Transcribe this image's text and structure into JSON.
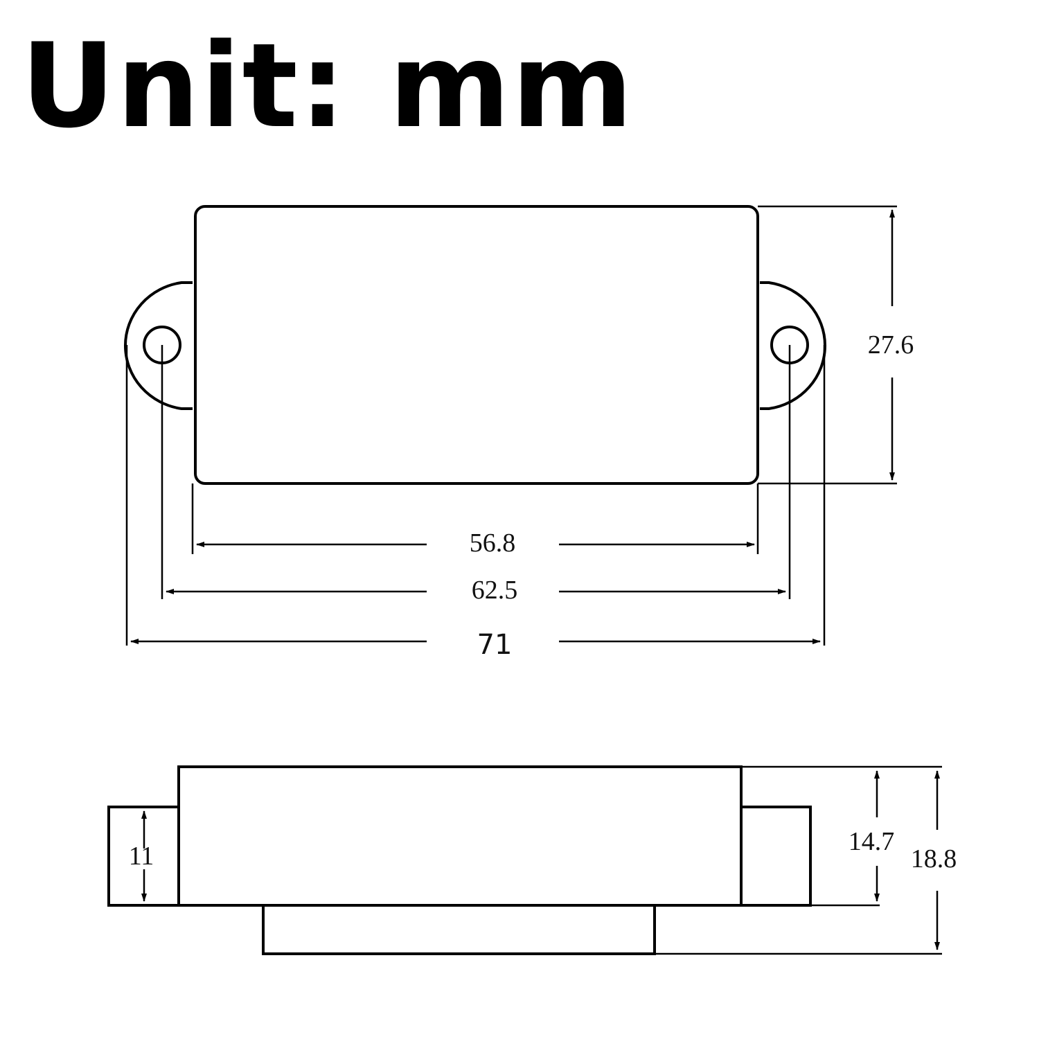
{
  "title": "Unit: mm",
  "top_view": {
    "dims": {
      "height": "27.6",
      "body_width": "56.8",
      "hole_spacing": "62.5",
      "total_width": "71"
    }
  },
  "side_view": {
    "dims": {
      "ear_height": "11",
      "body_height": "14.7",
      "total_height": "18.8"
    }
  },
  "colors": {
    "line": "#000000",
    "background": "#ffffff"
  }
}
